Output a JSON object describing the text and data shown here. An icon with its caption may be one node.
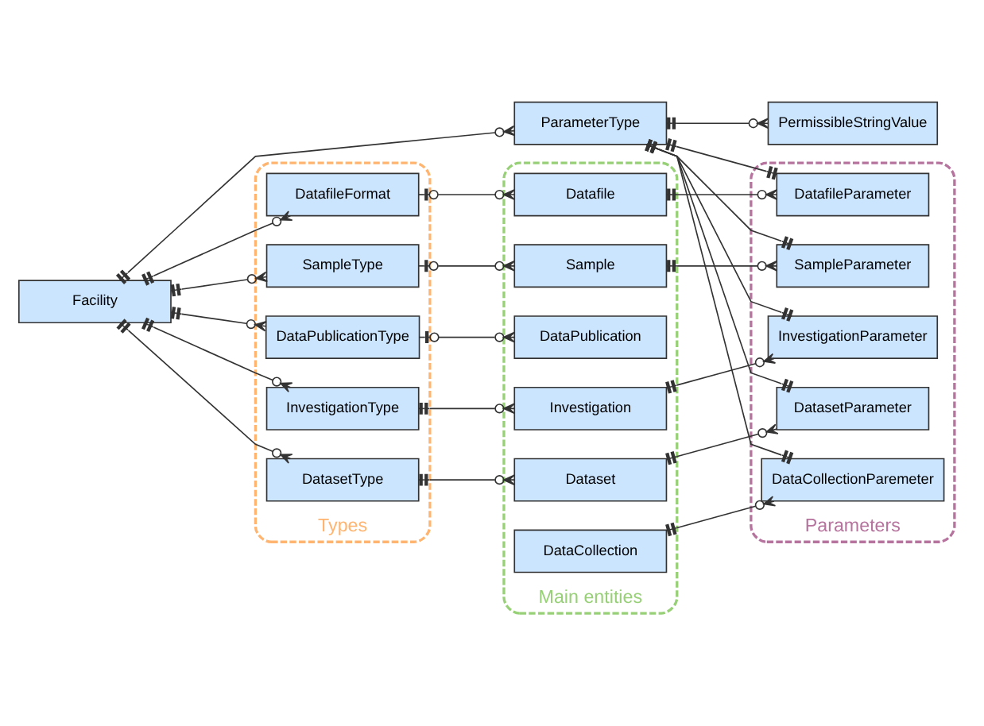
{
  "diagram": {
    "nodes": [
      {
        "text": [
          "Facility"
        ]
      },
      {
        "text": [
          "ParameterType"
        ]
      },
      {
        "text": [
          "PermissibleStringValue"
        ]
      },
      {
        "text": [
          "Types"
        ]
      },
      {
        "text": [
          "DataPublicationType"
        ],
        "in": 3
      },
      {
        "text": [
          "InvestigationType"
        ],
        "in": 3
      },
      {
        "text": [
          "DatasetType"
        ],
        "in": 3
      },
      {
        "text": [
          "DatafileFormat"
        ],
        "in": 3
      },
      {
        "text": [
          "SampleType"
        ],
        "in": 3
      },
      {
        "text": [
          "Main entities"
        ]
      },
      {
        "text": [
          "DataPublication"
        ],
        "in": 9
      },
      {
        "text": [
          "Investigation"
        ],
        "in": 9
      },
      {
        "text": [
          "Dataset"
        ],
        "in": 9
      },
      {
        "text": [
          "Datafile"
        ],
        "in": 9
      },
      {
        "text": [
          "Sample"
        ],
        "in": 9
      },
      {
        "text": [
          "DataCollection"
        ],
        "in": 9
      },
      {
        "text": [
          "Parameters"
        ]
      },
      {
        "text": [
          "InvestigationParameter"
        ],
        "in": 16
      },
      {
        "text": [
          "DatasetParameter"
        ],
        "in": 16
      },
      {
        "text": [
          "DatafileParameter"
        ],
        "in": 16
      },
      {
        "text": [
          "SampleParameter"
        ],
        "in": 16
      },
      {
        "text": [
          "DataCollectionParemeter"
        ],
        "in": 16
      }
    ],
    "edges": [
      {
        "from": 0,
        "to": 1,
        "arrow": "other"
      },
      {
        "from": 0,
        "to": 4,
        "arrow": "other"
      },
      {
        "from": 0,
        "to": 5,
        "arrow": "other"
      },
      {
        "from": 0,
        "to": 6,
        "arrow": "other"
      },
      {
        "from": 0,
        "to": 7,
        "arrow": "other"
      },
      {
        "from": 0,
        "to": 8,
        "arrow": "other"
      },
      {
        "from": 1,
        "to": 2,
        "arrow": "other"
      },
      {
        "from": 4,
        "to": 10,
        "arrow": "other"
      },
      {
        "from": 5,
        "to": 11,
        "arrow": "other"
      },
      {
        "from": 6,
        "to": 12,
        "arrow": "other"
      },
      {
        "from": 7,
        "to": 13,
        "arrow": "other"
      },
      {
        "from": 8,
        "to": 14,
        "arrow": "other"
      },
      {
        "from": 11,
        "to": 17,
        "arrow": "other"
      },
      {
        "from": 12,
        "to": 18,
        "arrow": "other"
      },
      {
        "from": 13,
        "to": 19,
        "arrow": "other"
      },
      {
        "from": 14,
        "to": 20,
        "arrow": "other"
      },
      {
        "from": 15,
        "to": 21,
        "arrow": "other"
      },
      {
        "from": 1,
        "to": 17,
        "arrow": "other"
      },
      {
        "from": 1,
        "to": 18,
        "arrow": "other"
      },
      {
        "from": 1,
        "to": 19,
        "arrow": "other"
      },
      {
        "from": 1,
        "to": 20,
        "arrow": "other"
      },
      {
        "from": 1,
        "to": 21,
        "arrow": "other"
      }
    ]
  }
}
